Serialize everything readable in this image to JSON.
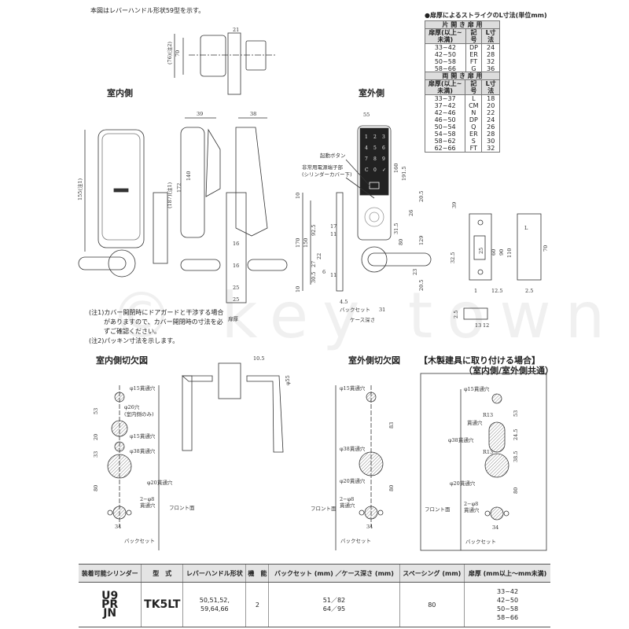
{
  "header_note": "本図はレバーハンドル形状59型を示す。",
  "section_labels": {
    "indoor": "室内側",
    "outdoor": "室外側",
    "indoor_cutout": "室内側切欠図",
    "outdoor_cutout": "室外側切欠図",
    "wood_title": "【木製建具に取り付ける場合】",
    "wood_subtitle": "（室内側/室外側共通）"
  },
  "notes": [
    "(注1)カバー開閉時にドアガードと干渉する場合",
    "がありますので、カバー開閉時の寸法を必",
    "ずご確認ください。",
    "(注2)パッキン寸法を示します。"
  ],
  "watermark": "© key town",
  "strike_table": {
    "title": "●扉厚によるストライクのL寸法(単位mm)",
    "single": {
      "caption": "片 開 き 扉 用",
      "headers": [
        "扉厚(以上~未満)",
        "記号",
        "L寸法"
      ],
      "rows": [
        [
          "33~42",
          "DP",
          "24"
        ],
        [
          "42~50",
          "ER",
          "28"
        ],
        [
          "50~58",
          "FT",
          "32"
        ],
        [
          "58~66",
          "G",
          "36"
        ]
      ]
    },
    "double": {
      "caption": "両 開 き 扉 用",
      "headers": [
        "扉厚(以上~未満)",
        "記号",
        "L寸法"
      ],
      "rows": [
        [
          "33~37",
          "L",
          "18"
        ],
        [
          "37~42",
          "CM",
          "20"
        ],
        [
          "42~46",
          "N",
          "22"
        ],
        [
          "46~50",
          "DP",
          "24"
        ],
        [
          "50~54",
          "Q",
          "26"
        ],
        [
          "54~58",
          "ER",
          "28"
        ],
        [
          "58~62",
          "S",
          "30"
        ],
        [
          "62~66",
          "FT",
          "32"
        ]
      ]
    }
  },
  "diagram": {
    "dims_top": [
      "21",
      "70",
      "(76)(注2)"
    ],
    "dims_side": [
      "39",
      "38",
      "140",
      "172",
      "(187)(注1)",
      "155(注1)",
      "16",
      "16",
      "25",
      "25",
      "扉厚"
    ],
    "dims_out": [
      "55",
      "160",
      "191.5",
      "20.5",
      "26",
      "31.5",
      "80",
      "129",
      "23",
      "20.5",
      "10",
      "92.5",
      "17",
      "11",
      "150",
      "170",
      "22",
      "27",
      "6",
      "11",
      "30.5",
      "10",
      "4.5",
      "バックセット",
      "31",
      "ケース深さ",
      "10.5",
      "φ55"
    ],
    "dims_strike": [
      "39",
      "70",
      "25",
      "60",
      "90",
      "110",
      "12.5",
      "1",
      "2.5",
      "2.5",
      "13",
      "12",
      "L",
      "32.5"
    ],
    "callouts": [
      "起動ボタン",
      "非常用電源端子部",
      "(シリンダーカバー下)"
    ],
    "keypad": [
      "1",
      "2",
      "3",
      "4",
      "5",
      "6",
      "7",
      "8",
      "9",
      "C",
      "0",
      "✓"
    ],
    "cutout_in": [
      "φ15貫通穴",
      "φ26穴",
      "(室内側のみ)",
      "φ15貫通穴",
      "φ38貫通穴",
      "φ20貫通穴",
      "2−φ8",
      "貫通穴",
      "フロント面",
      "53",
      "20",
      "33",
      "80",
      "34",
      "バックセット"
    ],
    "cutout_out": [
      "φ15貫通穴",
      "φ38貫通穴",
      "φ20貫通穴",
      "2−φ8",
      "貫通穴",
      "フロント面",
      "83",
      "80",
      "34",
      "バックセット"
    ],
    "cutout_wood": [
      "φ15貫通穴",
      "R13",
      "貫通穴",
      "φ38貫通穴",
      "R13",
      "φ20貫通穴",
      "2−φ8",
      "貫通穴",
      "フロント面",
      "53",
      "24.5",
      "38.5",
      "80",
      "34",
      "バックセット"
    ]
  },
  "spec_table": {
    "headers": [
      "装着可能シリンダー",
      "型　式",
      "レバーハンドル形状",
      "機　能",
      "バックセット (mm) ／ケース深さ (mm)",
      "スペーシング (mm)",
      "扉厚 (mm以上～mm未満)"
    ],
    "cylinders": [
      "U9",
      "PR",
      "JN"
    ],
    "model": "TK5LT",
    "lever_shapes": [
      "50,51,52,",
      "59,64,66"
    ],
    "function": "2",
    "backset_case": [
      "51／82",
      "64／95"
    ],
    "spacing": "80",
    "door_thickness": [
      "33~42",
      "42~50",
      "50~58",
      "58~66"
    ]
  }
}
